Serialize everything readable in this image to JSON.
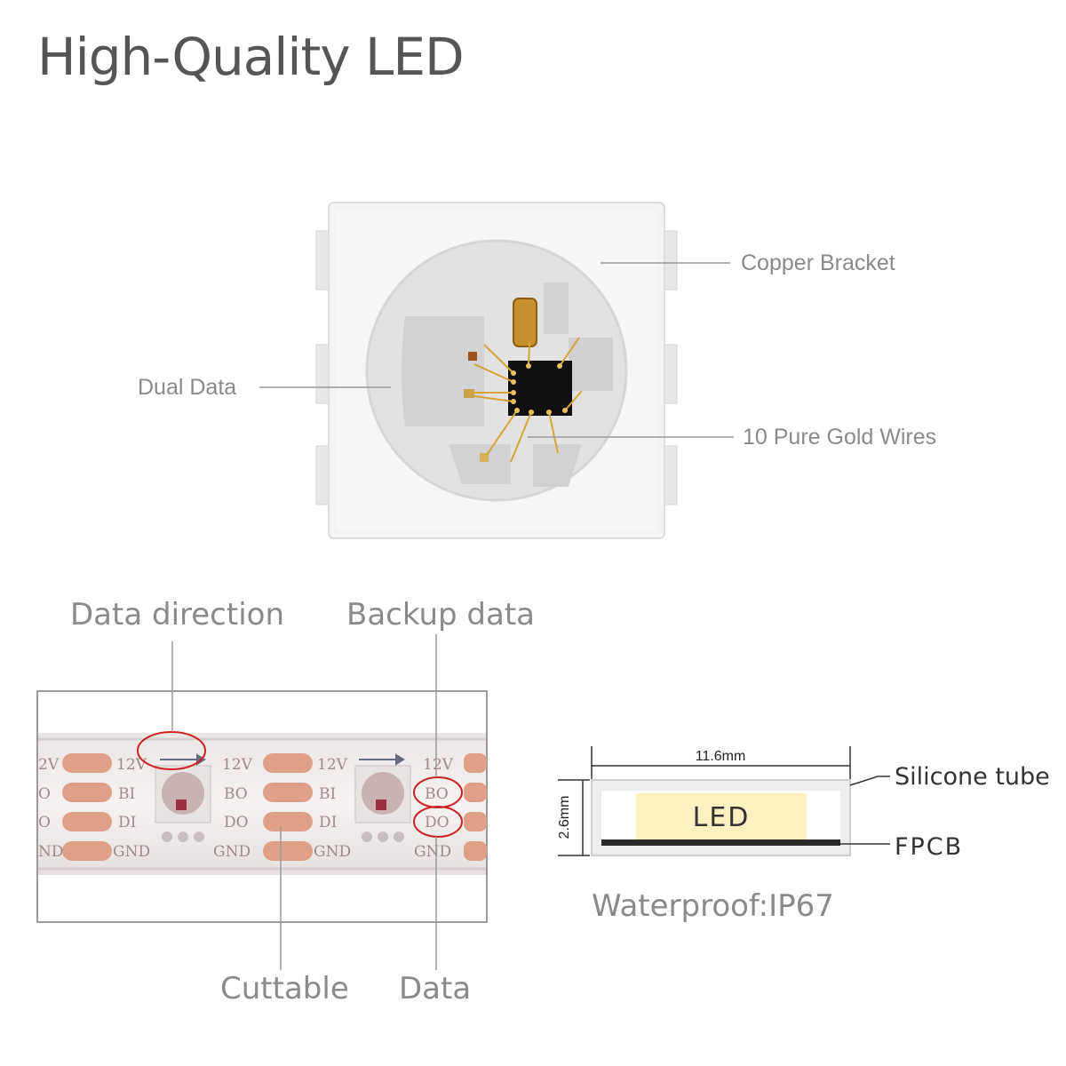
{
  "header": {
    "title": "High-Quality LED"
  },
  "chip_labels": {
    "copper_bracket": "Copper Bracket",
    "dual_data": "Dual Data",
    "gold_wires": "10 Pure Gold Wires"
  },
  "strip_labels": {
    "data_direction": "Data direction",
    "backup_data": "Backup data",
    "cuttable": "Cuttable",
    "data": "Data"
  },
  "pads": {
    "v12": "12V",
    "bi": "BI",
    "di": "DI",
    "gnd": "GND",
    "bo": "BO",
    "do": "DO",
    "edge_v": "2V",
    "edge_o": "O",
    "edge_nd": "ND"
  },
  "cross_section": {
    "width": "11.6mm",
    "height": "2.6mm",
    "led": "LED",
    "silicone": "Silicone tube",
    "fpcb": "FPCB",
    "waterproof": "Waterproof:IP67"
  },
  "colors": {
    "title": "#555555",
    "label": "#8a8a8a",
    "pad": "#e0a088",
    "led_fill": "#fdf1c0",
    "highlight": "#cc2222"
  }
}
